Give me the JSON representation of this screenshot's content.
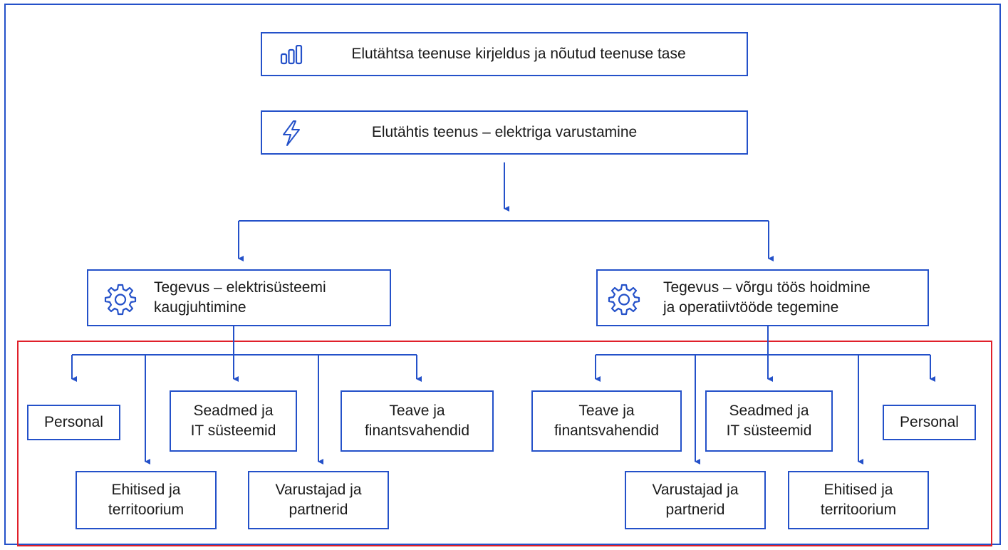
{
  "colors": {
    "line": "#2451c9",
    "highlight": "#e0202a"
  },
  "header": {
    "text": "Elutähtsa teenuse kirjeldus ja nõutud teenuse tase",
    "icon": "bar-chart-icon"
  },
  "service": {
    "text": "Elutähtis teenus – elektriga varustamine",
    "icon": "lightning-icon"
  },
  "activities": [
    {
      "text": "Tegevus – elektrisüsteemi\nkaugjuhtimine",
      "icon": "gear-icon"
    },
    {
      "text": "Tegevus – võrgu töös hoidmine\nja operatiivtööde tegemine",
      "icon": "gear-icon"
    }
  ],
  "resources_left": [
    {
      "text": "Personal"
    },
    {
      "text": "Ehitised ja\nterritoorium"
    },
    {
      "text": "Seadmed ja\nIT süsteemid"
    },
    {
      "text": "Varustajad ja\npartnerid"
    },
    {
      "text": "Teave ja\nfinantsvahendid"
    }
  ],
  "resources_right": [
    {
      "text": "Teave ja\nfinantsvahendid"
    },
    {
      "text": "Varustajad ja\npartnerid"
    },
    {
      "text": "Seadmed ja\nIT süsteemid"
    },
    {
      "text": "Ehitised ja\nterritoorium"
    },
    {
      "text": "Personal"
    }
  ]
}
